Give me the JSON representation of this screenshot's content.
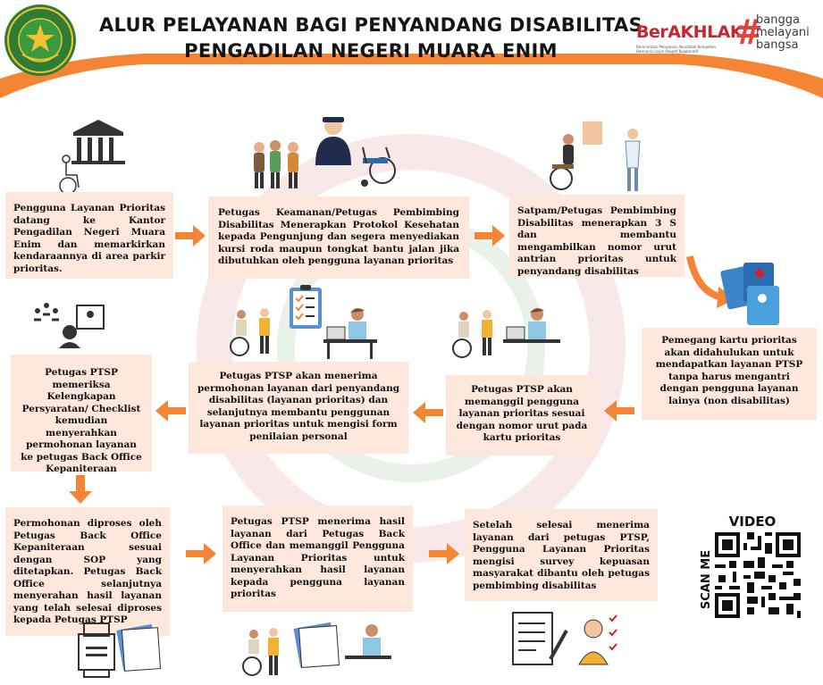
{
  "header": {
    "title_line1": "ALUR PELAYANAN BAGI PENYANDANG DISABILITAS",
    "title_line2": "PENGADILAN NEGERI MUARA ENIM",
    "brand_name": "BerAKHLAK",
    "brand_subtext": "Berorientasi Pelayanan Akuntabel Kompeten Harmonis Loyal Adaptif Kolaboratif",
    "hashtag": "#",
    "tagline": [
      "bangga",
      "melayani",
      "bangsa"
    ],
    "accent_color": "#f58534",
    "brand_color": "#c8262e"
  },
  "steps": [
    {
      "id": "step-1",
      "text": "Pengguna Layanan Prioritas datang ke Kantor Pengadilan Negeri Muara Enim dan memarkirkan kendaraannya di area parkir prioritas."
    },
    {
      "id": "step-2",
      "text": "Petugas Keamanan/Petugas Pembimbing Disabilitas Menerapkan Protokol Kesehatan kepada Pengunjung dan segera menyediakan kursi roda maupun tongkat bantu jalan jika dibutuhkan oleh pengguna layanan prioritas"
    },
    {
      "id": "step-3",
      "text": "Satpam/Petugas Pembimbing Disabilitas menerapkan 3 S dan membantu mengambilkan nomor urut antrian prioritas untuk penyandang disabilitas"
    },
    {
      "id": "step-4",
      "text": "Pemegang kartu prioritas akan didahulukan untuk mendapatkan layanan PTSP tanpa harus mengantri dengan pengguna layanan lainya (non disabilitas)"
    },
    {
      "id": "step-5",
      "text": "Petugas PTSP akan memanggil pengguna layanan prioritas sesuai dengan nomor urut pada kartu prioritas"
    },
    {
      "id": "step-6",
      "text": "Petugas PTSP akan menerima permohonan layanan dari penyandang disabilitas (layanan prioritas) dan selanjutnya membantu penggunan layanan prioritas untuk mengisi form penilaian personal"
    },
    {
      "id": "step-7",
      "text": "Petugas PTSP memeriksa Kelengkapan Persyaratan/ Checklist kemudian menyerahkan permohonan layanan ke petugas Back Office Kepaniteraan"
    },
    {
      "id": "step-8",
      "text": "Permohonan diproses oleh Petugas Back Office Kepaniteraan sesuai dengan SOP yang ditetapkan. Petugas Back Office selanjutnya menyerahan hasil layanan yang telah selesai diproses kepada Petugas PTSP"
    },
    {
      "id": "step-9",
      "text": "Petugas PTSP menerima hasil layanan dari Petugas Back Office dan memanggil Pengguna Layanan Prioritas untuk menyerahkan hasil layanan kepada pengguna layanan prioritas"
    },
    {
      "id": "step-10",
      "text": "Setelah selesai menerima layanan dari petugas PTSP, Pengguna Layanan Prioritas mengisi survey kepuasan masyarakat dibantu oleh petugas pembimbing disabilitas"
    }
  ],
  "video": {
    "label": "VIDEO",
    "scan_label": "SCAN ME"
  },
  "colors": {
    "box_fill": "#fde8db",
    "arrow": "#f58534"
  }
}
